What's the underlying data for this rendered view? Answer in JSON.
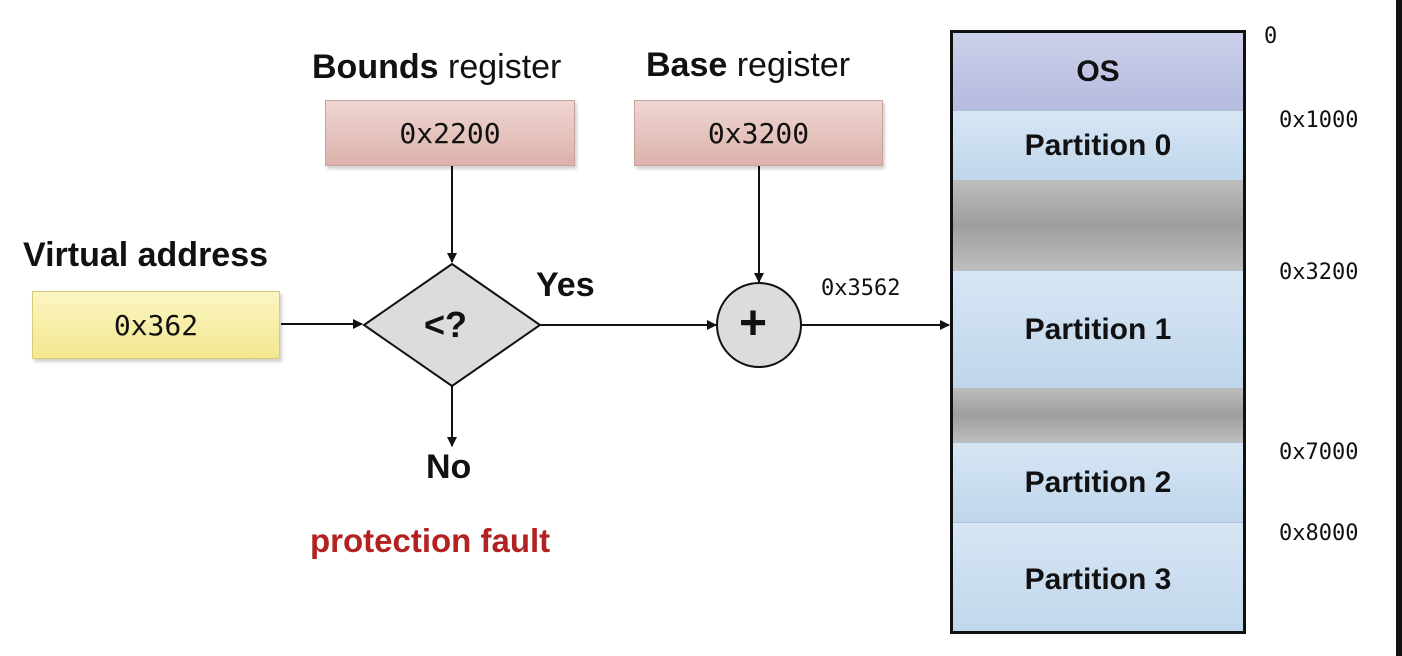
{
  "bounds_register": {
    "title_bold": "Bounds",
    "title_rest": " register",
    "value": "0x2200"
  },
  "base_register": {
    "title_bold": "Base",
    "title_rest": " register",
    "value": "0x3200"
  },
  "virtual_address": {
    "title": "Virtual address",
    "value": "0x362"
  },
  "comparator": {
    "symbol": "<?",
    "yes_label": "Yes",
    "no_label": "No"
  },
  "fault_text": "protection fault",
  "adder": {
    "symbol": "+",
    "output": "0x3562"
  },
  "memory": {
    "segments": [
      {
        "label": "OS",
        "kind": "os"
      },
      {
        "label": "Partition 0",
        "kind": "partition"
      },
      {
        "label": "",
        "kind": "gap"
      },
      {
        "label": "Partition 1",
        "kind": "partition"
      },
      {
        "label": "",
        "kind": "gap"
      },
      {
        "label": "Partition 2",
        "kind": "partition"
      },
      {
        "label": "Partition 3",
        "kind": "partition"
      }
    ],
    "addresses": [
      "0",
      "0x1000",
      "0x3200",
      "0x7000",
      "0x8000"
    ]
  }
}
